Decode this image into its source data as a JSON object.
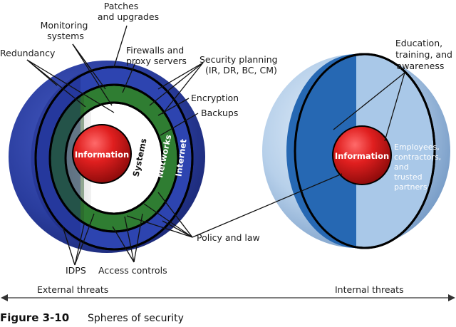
{
  "figure": {
    "number": "Figure 3-10",
    "caption": "Spheres of security"
  },
  "left_sphere": {
    "center_label": "Information",
    "ring_labels": {
      "systems": "Systems",
      "networks": "Networks",
      "internet": "Internet"
    }
  },
  "right_sphere": {
    "center_label": "Information",
    "people_label_lines": [
      "Employees,",
      "contractors,",
      "and",
      "trusted",
      "partners"
    ]
  },
  "callouts": {
    "patches_line1": "Patches",
    "patches_line2": "and upgrades",
    "monitoring_line1": "Monitoring",
    "monitoring_line2": "systems",
    "redundancy": "Redundancy",
    "firewalls_line1": "Firewalls and",
    "firewalls_line2": "proxy servers",
    "security_planning_line1": "Security planning",
    "security_planning_line2": "(IR, DR, BC, CM)",
    "encryption": "Encryption",
    "backups": "Backups",
    "education_line1": "Education,",
    "education_line2": "training, and",
    "education_line3": "awareness",
    "policy_law": "Policy and law",
    "idps": "IDPS",
    "access_controls": "Access controls"
  },
  "threats": {
    "external": "External threats",
    "internal": "Internal threats"
  },
  "colors": {
    "outer_blue": "#2a3d9e",
    "ring_green": "#2f7d32",
    "core_red": "#d91a1a",
    "right_light": "#a9c8e8",
    "right_dark": "#2668b3"
  }
}
